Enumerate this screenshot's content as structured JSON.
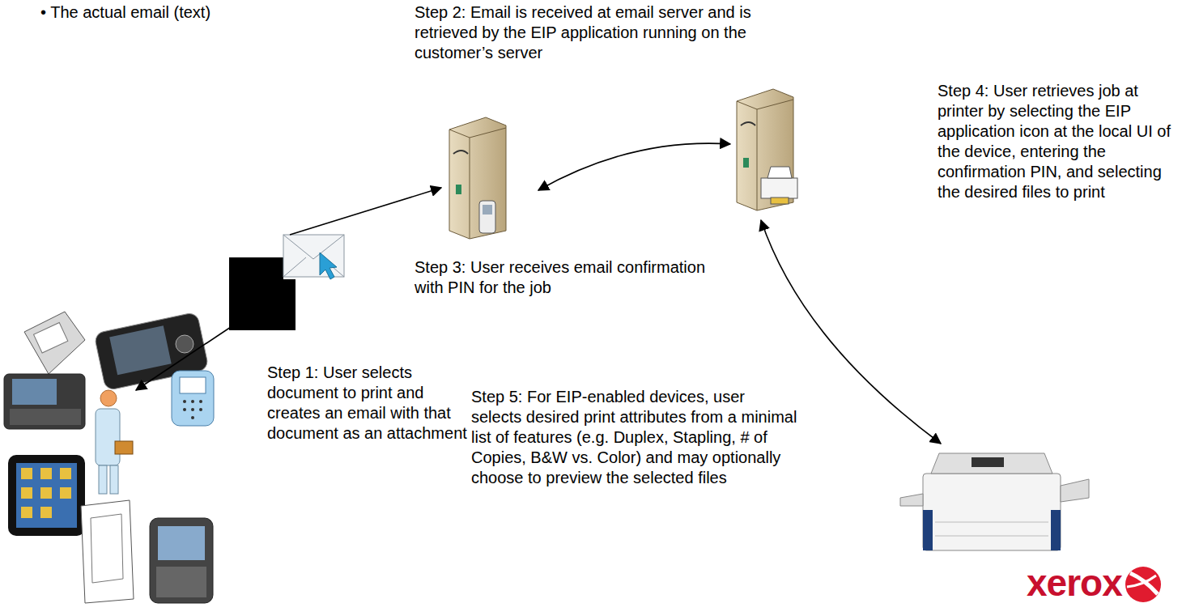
{
  "diagram": {
    "labels": [
      "• The actual email (text)",
      "Step 2: Email is received at email server and is retrieved by the EIP application running on the customer’s server",
      "Step 4: User retrieves job at printer by selecting the EIP application icon at the local UI of the device, entering the confirmation PIN, and selecting the desired files to print",
      "Step 3: User receives email confirmation with PIN for the job",
      "Step 1: User selects document to print and creates an email with that document as an attachment",
      "Step 5: For EIP-enabled devices, user selects desired print attributes from a minimal list of features (e.g. Duplex, Stapling, # of Copies, B&W vs. Color) and may optionally choose to preview the selected files",
      "xerox"
    ]
  }
}
